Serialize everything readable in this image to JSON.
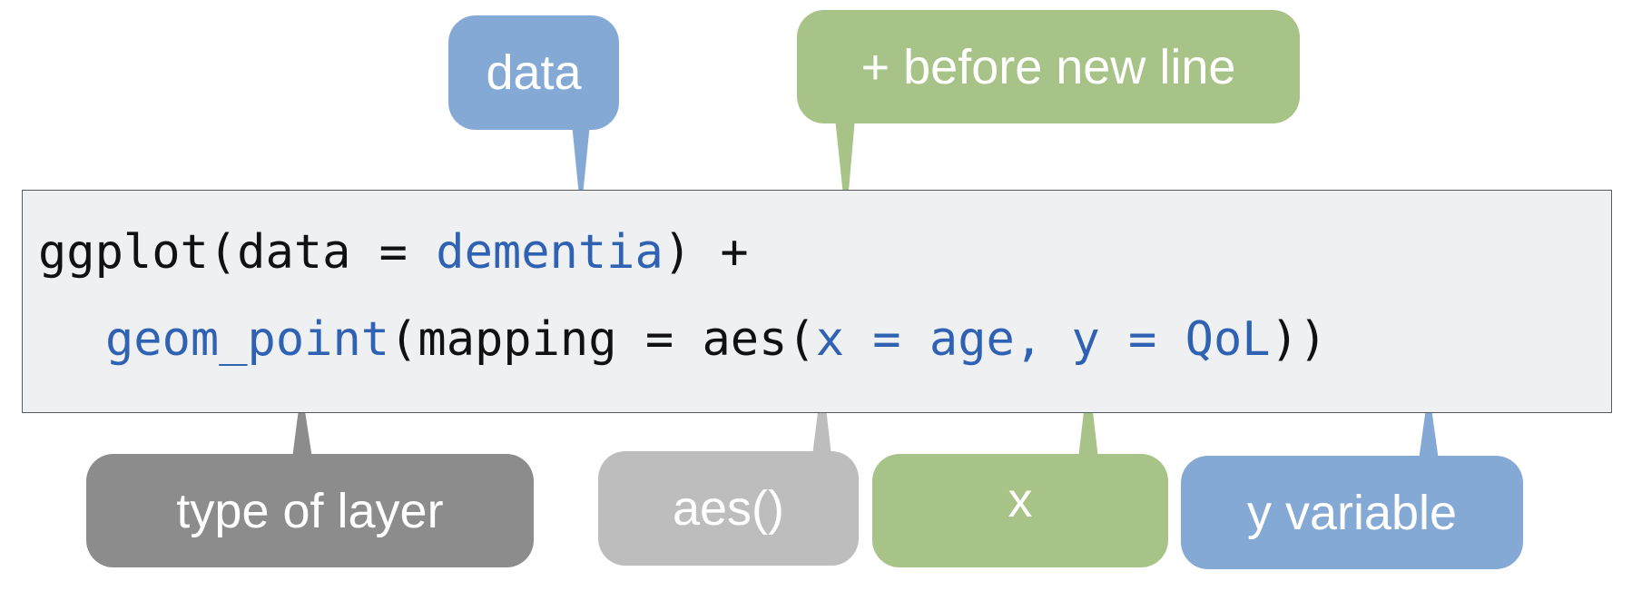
{
  "code": {
    "line1": {
      "prefix": "ggplot(data = ",
      "data_name": "dementia",
      "suffix": ") +"
    },
    "line2": {
      "geom": "geom_point",
      "open": "(mapping = aes(",
      "x_part": "x = age, y = QoL",
      "close": "))"
    }
  },
  "callouts": {
    "data": "data",
    "plus": "+ before new line",
    "type_of_layer": "type of layer",
    "aes": "aes()",
    "x": "x",
    "y_variable": "y variable"
  },
  "colors": {
    "code_highlight": "#2f62b3",
    "code_background": "#eff0f2",
    "blue_callout": "#84a9d4",
    "green_callout": "#a7c387",
    "dark_gray_callout": "#8c8c8c",
    "light_gray_callout": "#bdbdbd"
  }
}
